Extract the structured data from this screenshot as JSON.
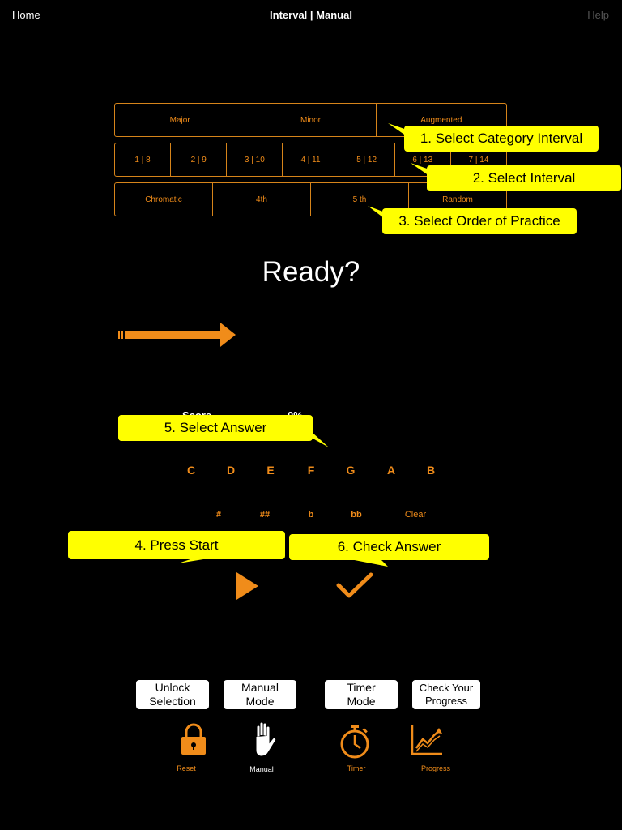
{
  "nav": {
    "home": "Home",
    "title": "Interval | Manual",
    "help": "Help"
  },
  "categories": [
    "Major",
    "Minor",
    "Augmented"
  ],
  "intervals": [
    "1 | 8",
    "2 | 9",
    "3 | 10",
    "4 | 11",
    "5 | 12",
    "6 | 13",
    "7 | 14"
  ],
  "orders": [
    "Chromatic",
    "4th",
    "5 th",
    "Random"
  ],
  "ready_text": "Ready?",
  "score": {
    "label": "Score",
    "value": "0%"
  },
  "notes": [
    "C",
    "D",
    "E",
    "F",
    "G",
    "A",
    "B"
  ],
  "accidentals": [
    "#",
    "##",
    "b",
    "bb",
    "Clear"
  ],
  "callouts": {
    "c1": "1. Select Category Interval",
    "c2": "2. Select Interval",
    "c3": "3. Select Order of Practice",
    "c4": "4. Press Start",
    "c5": "5. Select Answer",
    "c6": "6. Check Answer"
  },
  "bubbles": {
    "unlock": "Unlock Selection",
    "manual": "Manual Mode",
    "timer": "Timer Mode",
    "progress": "Check Your Progress"
  },
  "tabs": {
    "reset": "Reset",
    "manual": "Manual",
    "timer": "Timer",
    "progress": "Progress"
  },
  "colors": {
    "accent": "#f08c1a",
    "callout": "#ffff00",
    "background": "#000000"
  },
  "icons": [
    "arrow-right-icon",
    "play-icon",
    "checkmark-icon",
    "lock-icon",
    "hand-icon",
    "stopwatch-icon",
    "chart-icon"
  ]
}
